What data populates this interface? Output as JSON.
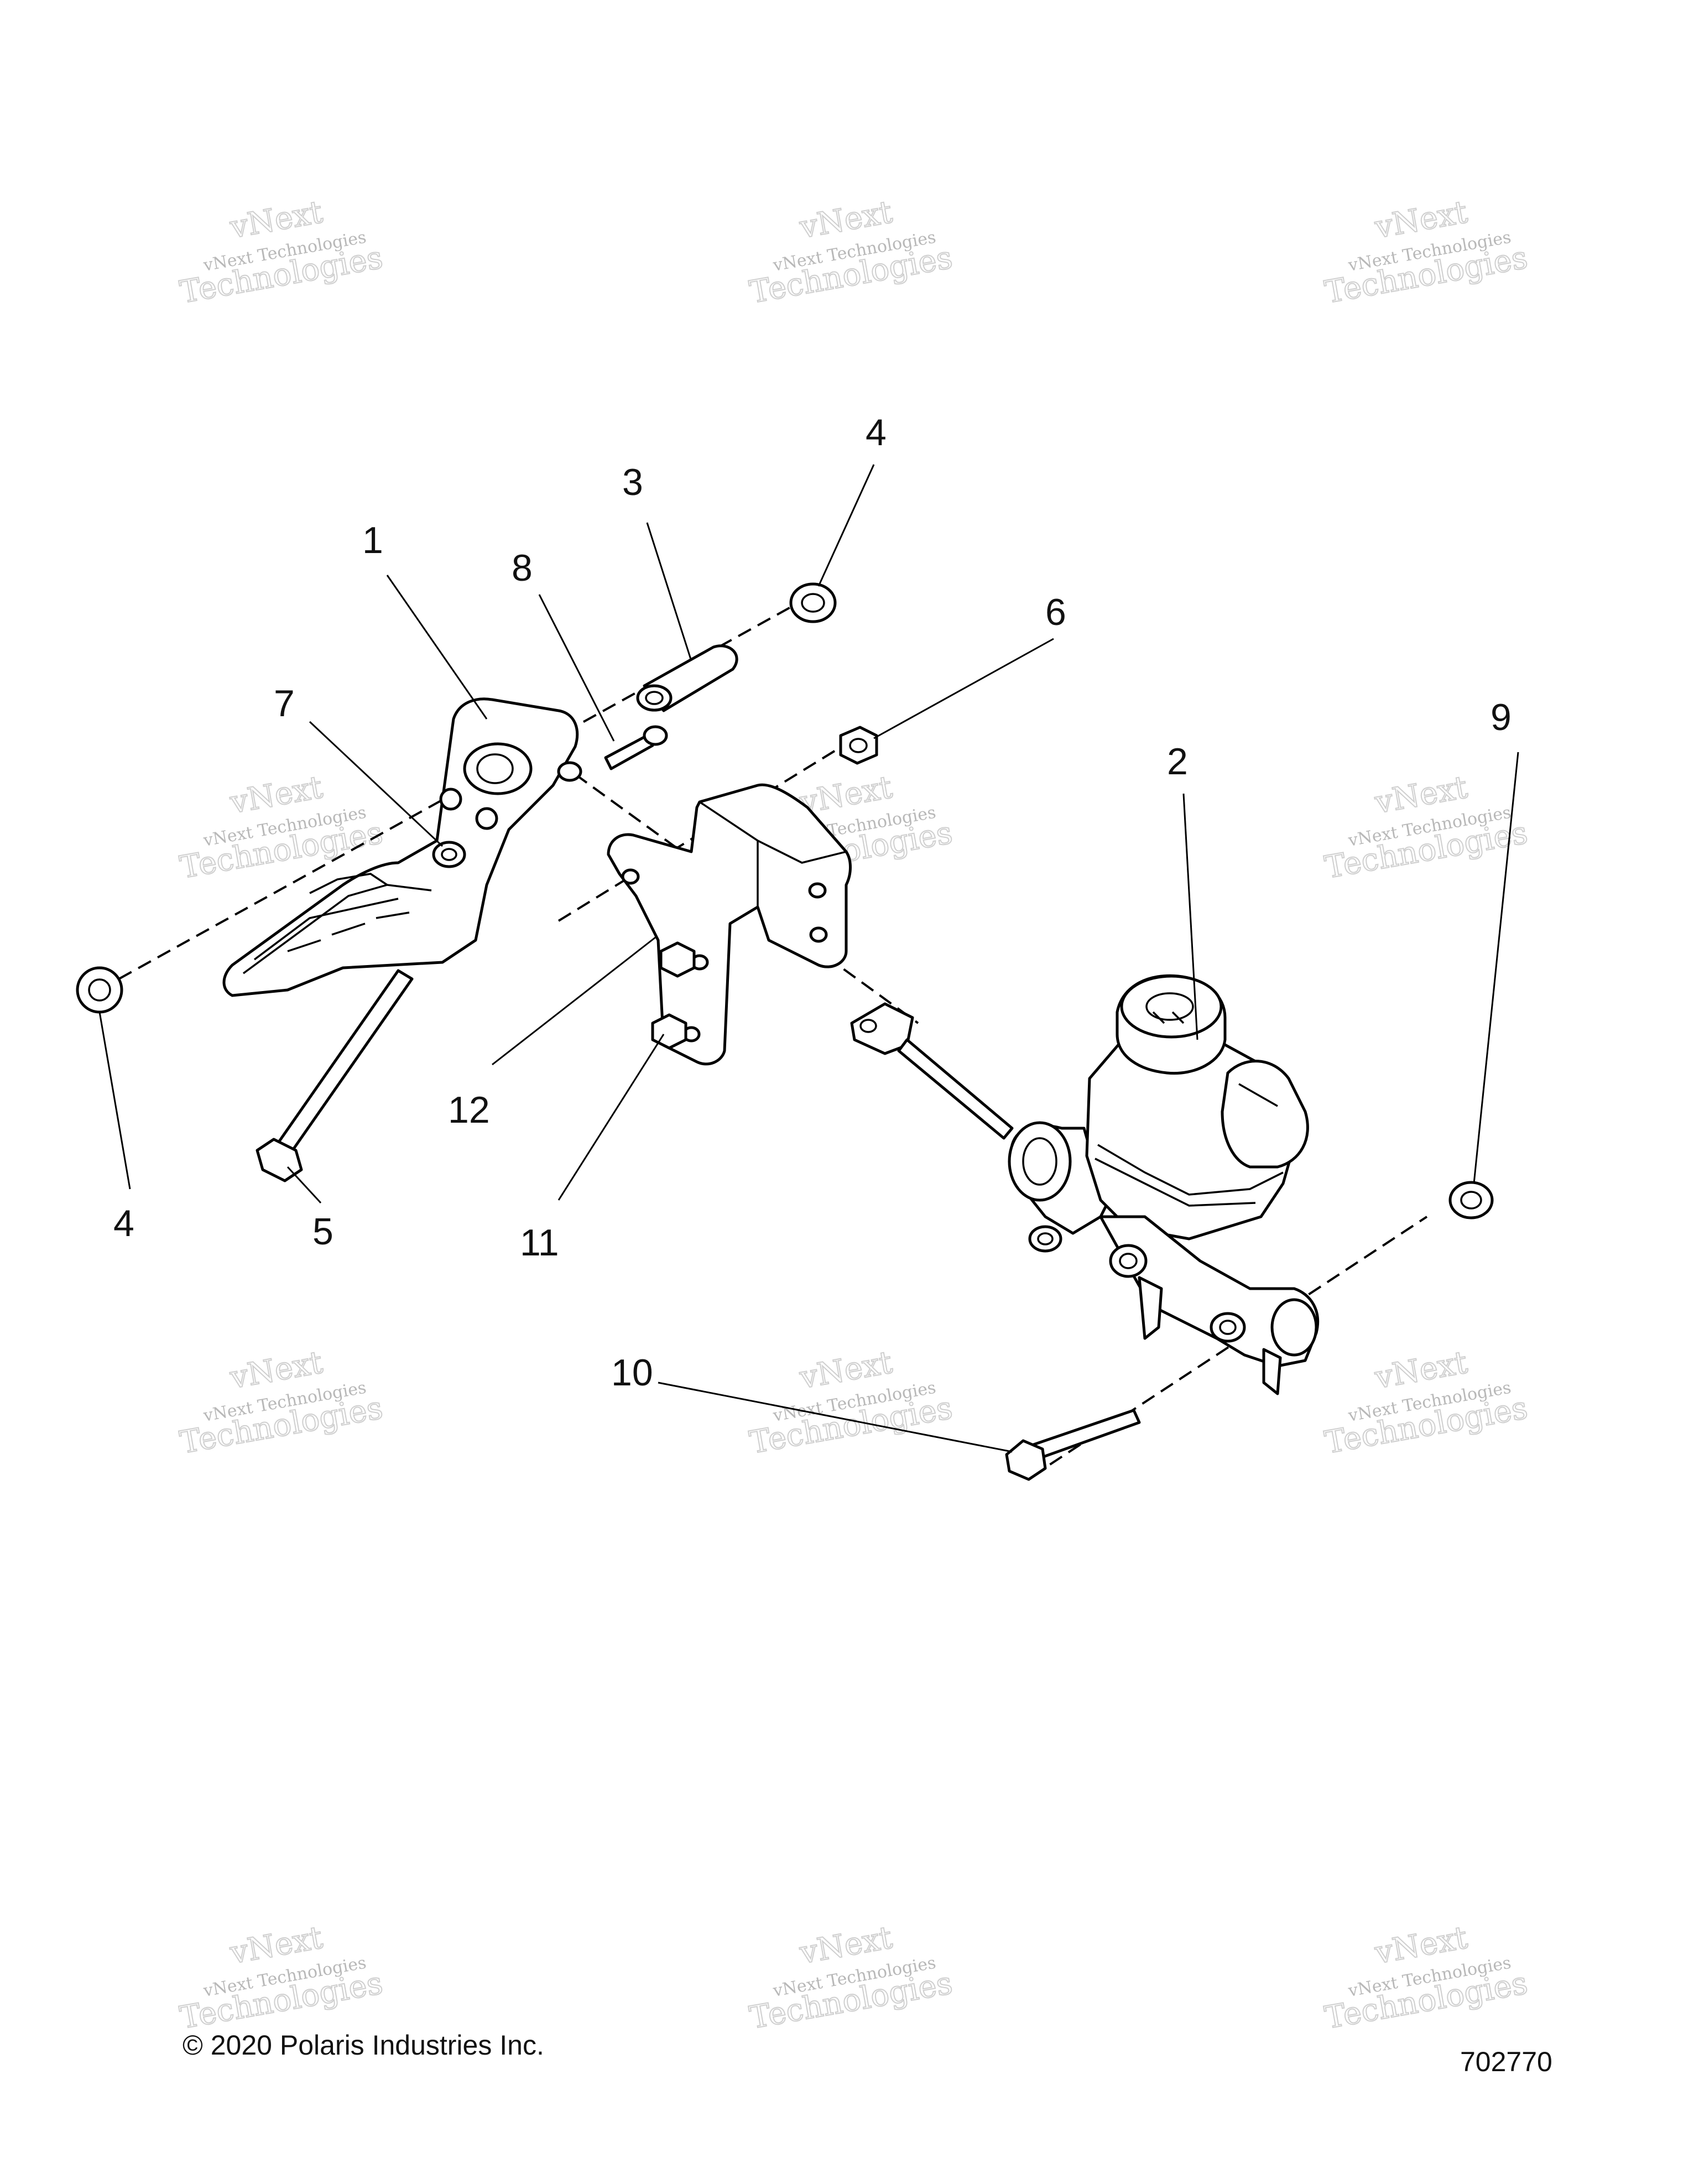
{
  "watermark": {
    "line1": "vNext Technologies",
    "line2": "vNext",
    "line3": "Technologies"
  },
  "callouts": [
    {
      "id": "1",
      "label": "1"
    },
    {
      "id": "2",
      "label": "2"
    },
    {
      "id": "3",
      "label": "3"
    },
    {
      "id": "4a",
      "label": "4"
    },
    {
      "id": "4b",
      "label": "4"
    },
    {
      "id": "5",
      "label": "5"
    },
    {
      "id": "6",
      "label": "6"
    },
    {
      "id": "7",
      "label": "7"
    },
    {
      "id": "8",
      "label": "8"
    },
    {
      "id": "9",
      "label": "9"
    },
    {
      "id": "10",
      "label": "10"
    },
    {
      "id": "11",
      "label": "11"
    },
    {
      "id": "12",
      "label": "12"
    }
  ],
  "footer": {
    "copyright": "© 2020 Polaris Industries Inc.",
    "figure_number": "702770"
  }
}
